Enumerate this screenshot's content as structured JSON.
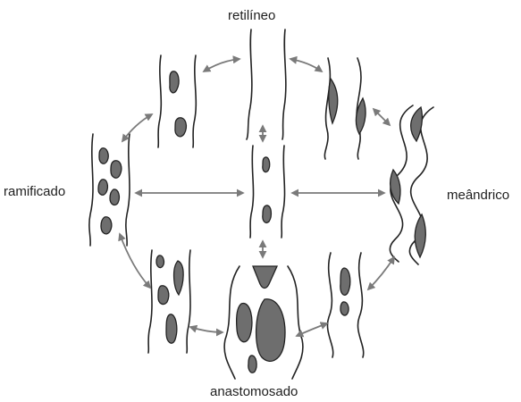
{
  "labels": {
    "straight": "retilíneo",
    "braided": "ramificado",
    "meandering": "meândrico",
    "anastomosing": "anastomosado"
  },
  "colors": {
    "line": "#222222",
    "bar_fill": "#6e6e6e",
    "arrow": "#7a7a7a",
    "background": "#ffffff"
  }
}
